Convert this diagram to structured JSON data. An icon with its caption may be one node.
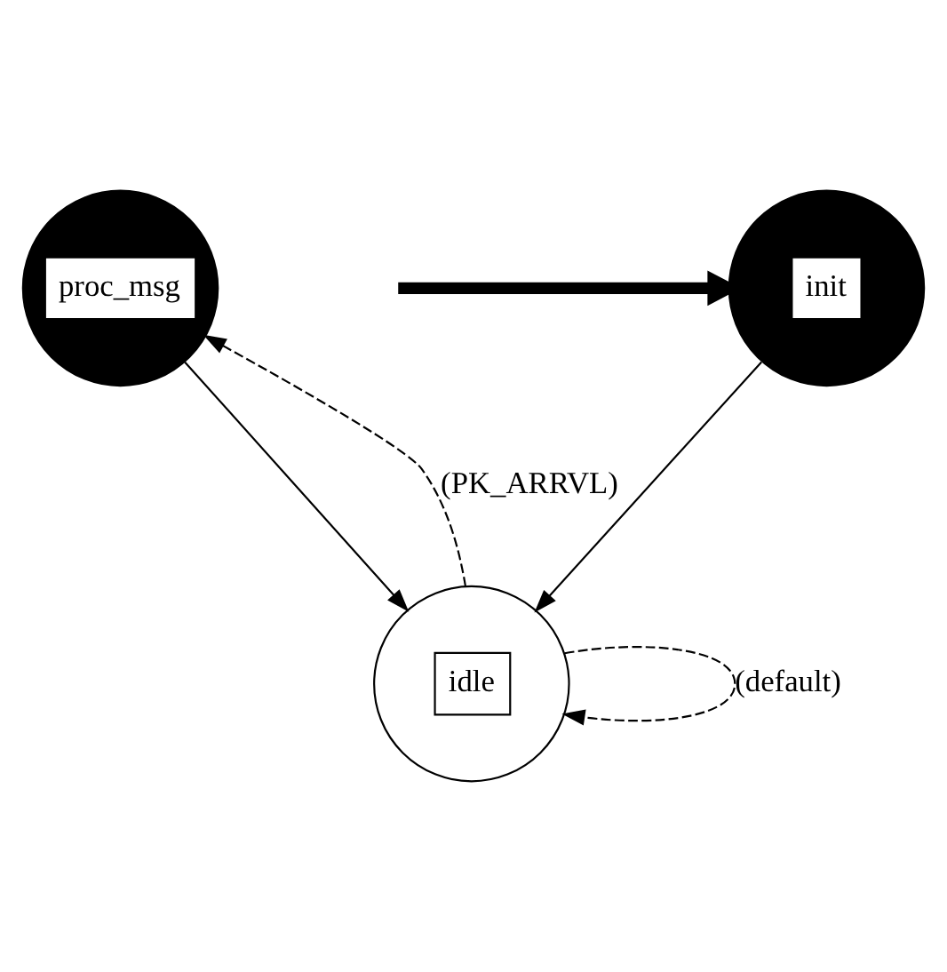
{
  "diagram": {
    "nodes": [
      {
        "text": [
          "init"
        ]
      },
      {
        "text": [
          "proc_msg"
        ]
      },
      {
        "text": [
          "idle"
        ]
      }
    ],
    "edges": [
      {
        "from": null,
        "to": 0,
        "arrow": "to",
        "style": "thick"
      },
      {
        "from": 0,
        "to": 2,
        "arrow": "to"
      },
      {
        "from": 1,
        "to": 2,
        "arrow": "to"
      },
      {
        "from": 2,
        "to": 1,
        "arrow": "to",
        "style": "dashed",
        "label": "(PK_ARRVL)"
      },
      {
        "from": 2,
        "to": 2,
        "arrow": "to",
        "style": "dashed",
        "label": "(default)"
      }
    ]
  }
}
